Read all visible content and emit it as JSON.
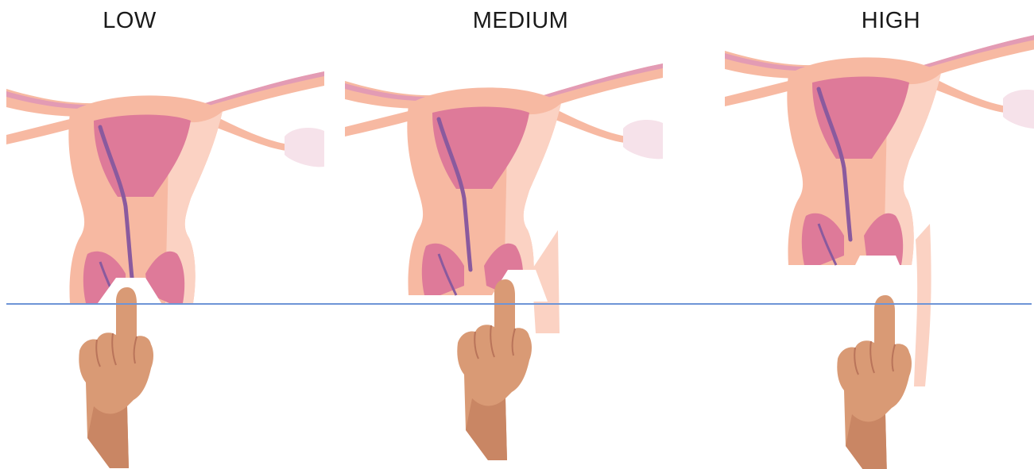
{
  "panels": [
    {
      "key": "low",
      "label": "LOW"
    },
    {
      "key": "medium",
      "label": "MEDIUM"
    },
    {
      "key": "high",
      "label": "HIGH"
    }
  ],
  "colors": {
    "skin_outer": "#f7b9a2",
    "skin_light": "#fbd2c3",
    "uterus_cavity": "#de7a99",
    "canal": "#8a5a9e",
    "tube_stripe": "#e39bb4",
    "ovary": "#f6e2ea",
    "hand": "#d99a75",
    "hand_shadow": "#b9745a",
    "reference_line": "#6e94d6"
  }
}
